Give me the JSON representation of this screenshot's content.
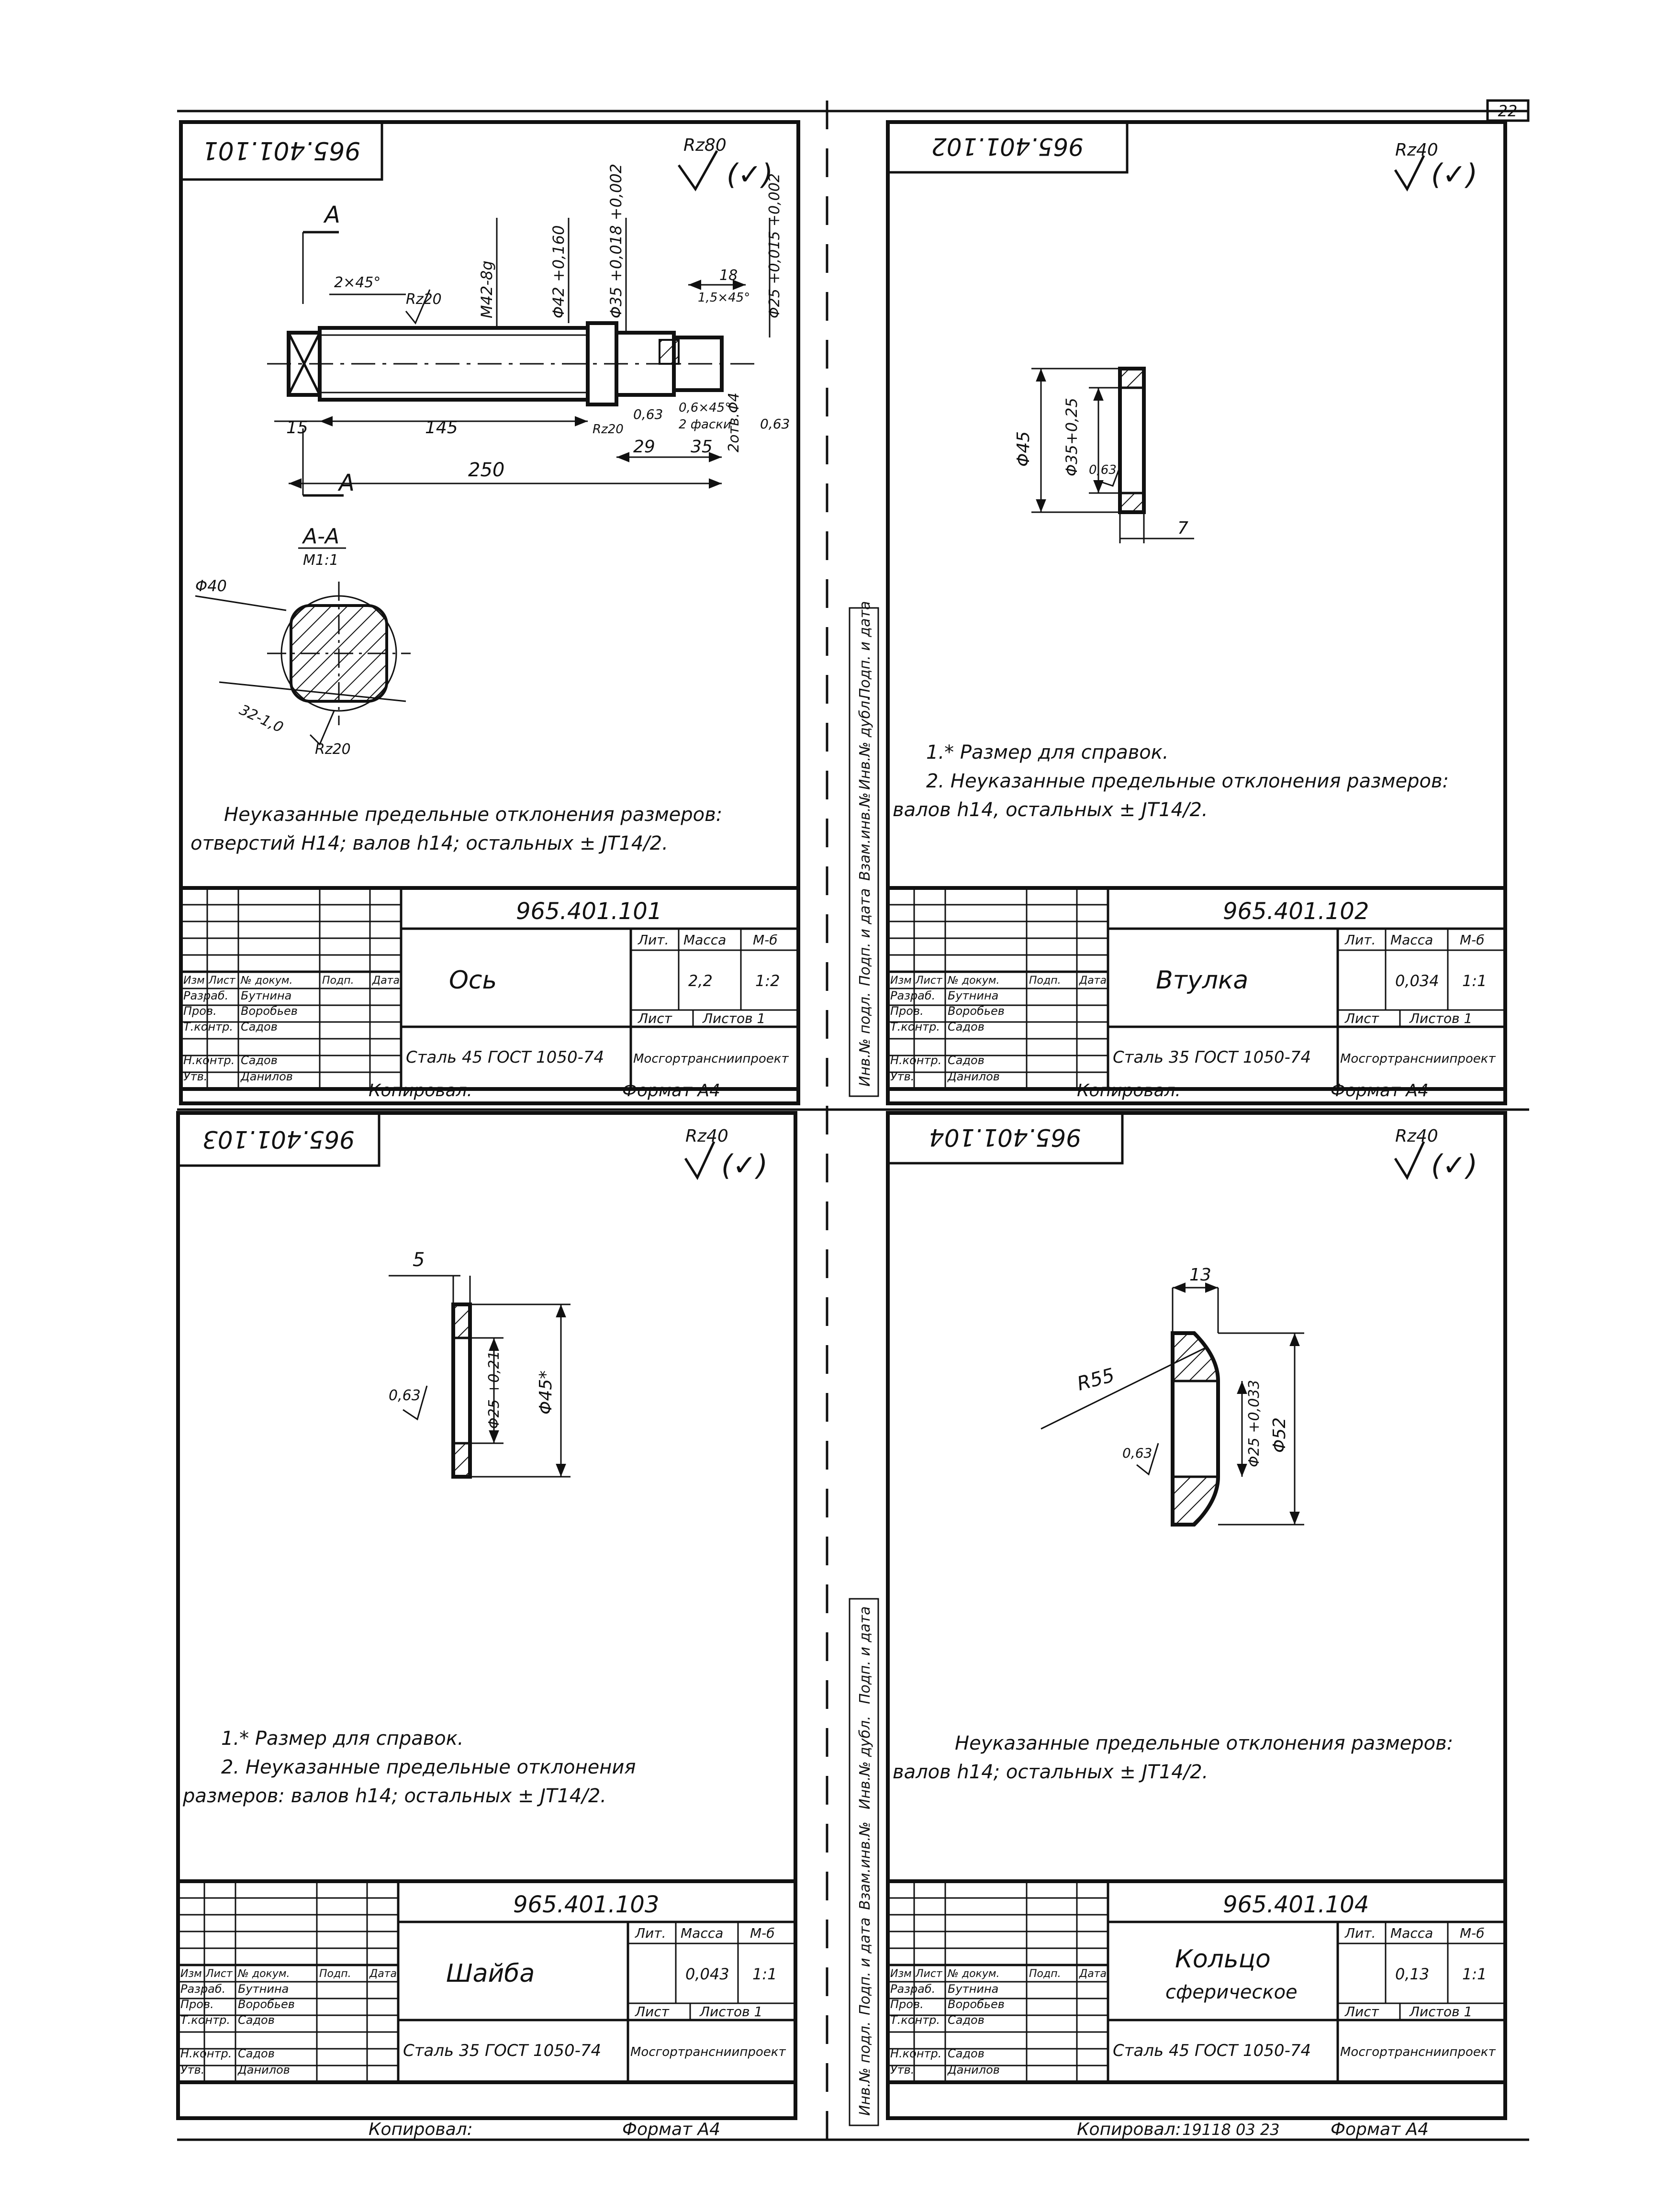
{
  "page_number": "22",
  "footer": {
    "copied": "Копировал:",
    "format": "Формат А4",
    "stamp_code": "19118  03  23"
  },
  "side_stamp": [
    "Инв.№ подл.",
    "Подп. и дата",
    "Взам.инв.№",
    "Инв.№ дубл.",
    "Подп. и дата"
  ],
  "title_block_labels": {
    "izm": "Изм",
    "list": "Лист",
    "n_dokum": "№ докум.",
    "podp": "Подп.",
    "data": "Дата",
    "razrab": "Разраб.",
    "prov": "Пров.",
    "t_kontr": "Т.контр.",
    "n_kontr": "Н.контр.",
    "utv": "Утв.",
    "lit": "Лит.",
    "massa": "Масса",
    "scale_hdr": "М-б",
    "sheet": "Лист",
    "sheets": "Листов 1",
    "developer": "Бутнина",
    "checker": "Воробьев",
    "tcontr": "Садов",
    "ncontr": "Садов",
    "approver": "Данилов",
    "org": "Мосгортрансниипроект"
  },
  "drawings": [
    {
      "code": "965.401.101",
      "code_mirrored": "965.401.101",
      "name": "Ось",
      "mass": "2,2",
      "scale": "1:2",
      "material": "Сталь 45 ГОСТ 1050-74",
      "roughness": "Rz80",
      "roughness_paren": "(✓)",
      "notes": [
        "Неуказанные предельные отклонения размеров:",
        "отверстий H14; валов h14; остальных ± JT14/2."
      ],
      "dims": {
        "section_mark": "A",
        "chamfer": "2×45°",
        "rz20": "Rz20",
        "thread": "M42-8g",
        "d42": "Φ42 +0,160",
        "d35": "Φ35 +0,018 +0,002",
        "l18": "18",
        "ch15": "1,5×45°",
        "d25": "Φ25 +0,015 +0,002",
        "l15": "15",
        "l145": "145",
        "rz20b": "Rz20",
        "r063": "0,63",
        "ch06": "0,6×45°",
        "fask": "2 фаски",
        "l29": "29",
        "l35": "35",
        "hole": "2отв.Φ4",
        "r063b": "0,63",
        "l250": "250",
        "section": "А-А",
        "section_scale": "М1:1",
        "d40": "Φ40",
        "flat": "32-1,0",
        "rz20c": "Rz20"
      }
    },
    {
      "code": "965.401.102",
      "code_mirrored": "965.401.102",
      "name": "Втулка",
      "mass": "0,034",
      "scale": "1:1",
      "material": "Сталь 35 ГОСТ 1050-74",
      "roughness": "Rz40",
      "roughness_paren": "(✓)",
      "notes": [
        "1.* Размер для справок.",
        "2. Неуказанные предельные отклонения размеров:",
        "валов h14, остальных ± JT14/2."
      ],
      "dims": {
        "d45": "Φ45",
        "d35": "Φ35+0,25",
        "r063": "0,63",
        "l7": "7"
      }
    },
    {
      "code": "965.401.103",
      "code_mirrored": "965.401.103",
      "name": "Шайба",
      "mass": "0,043",
      "scale": "1:1",
      "material": "Сталь 35 ГОСТ 1050-74",
      "roughness": "Rz40",
      "roughness_paren": "(✓)",
      "notes": [
        "1.* Размер для справок.",
        "2. Неуказанные предельные отклонения",
        "размеров: валов h14; остальных ± JT14/2."
      ],
      "dims": {
        "l5": "5",
        "r063": "0,63",
        "d25": "Φ25 +0,21",
        "d45": "Φ45*"
      }
    },
    {
      "code": "965.401.104",
      "code_mirrored": "965.401.104",
      "name": "Кольцо",
      "name2": "сферическое",
      "mass": "0,13",
      "scale": "1:1",
      "material": "Сталь 45 ГОСТ 1050-74",
      "roughness": "Rz40",
      "roughness_paren": "(✓)",
      "notes": [
        "Неуказанные предельные отклонения размеров:",
        "валов h14; остальных ± JT14/2."
      ],
      "dims": {
        "l13": "13",
        "r55": "R55",
        "r063": "0,63",
        "d25": "Φ25 +0,033",
        "d52": "Φ52"
      }
    }
  ]
}
